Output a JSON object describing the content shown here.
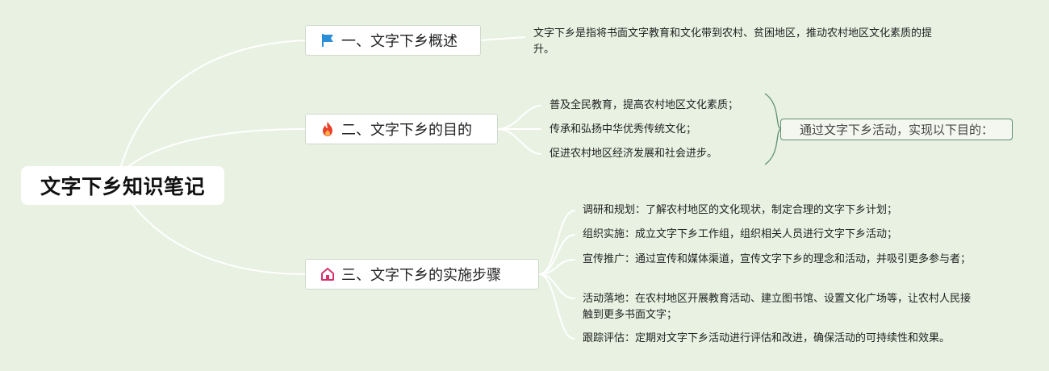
{
  "root": {
    "title": "文字下乡知识笔记"
  },
  "branches": [
    {
      "label": "一、文字下乡概述",
      "icon": "blue-flag-icon",
      "leaves": [
        "文字下乡是指将书面文字教育和文化带到农村、贫困地区，推动农村地区文化素质的提升。"
      ]
    },
    {
      "label": "二、文字下乡的目的",
      "icon": "fire-icon",
      "leaves": [
        "普及全民教育，提高农村地区文化素质；",
        "传承和弘扬中华优秀传统文化；",
        "促进农村地区经济发展和社会进步。"
      ],
      "summary": "通过文字下乡活动，实现以下目的："
    },
    {
      "label": "三、文字下乡的实施步骤",
      "icon": "home-icon",
      "leaves": [
        "调研和规划：了解农村地区的文化现状，制定合理的文字下乡计划；",
        "组织实施：成立文字下乡工作组，组织相关人员进行文字下乡活动；",
        "宣传推广：通过宣传和媒体渠道，宣传文字下乡的理念和活动，并吸引更多参与者；",
        "活动落地：在农村地区开展教育活动、建立图书馆、设置文化广场等，让农村人民接触到更多书面文字；",
        "跟踪评估：定期对文字下乡活动进行评估和改进，确保活动的可持续性和效果。"
      ]
    }
  ],
  "colors": {
    "background": "#e8f1e2",
    "connector": "#ffffff",
    "brace": "#5f8f73",
    "flag": "#2a8fd6",
    "fire": "#e8412c",
    "home": "#d6336c"
  }
}
